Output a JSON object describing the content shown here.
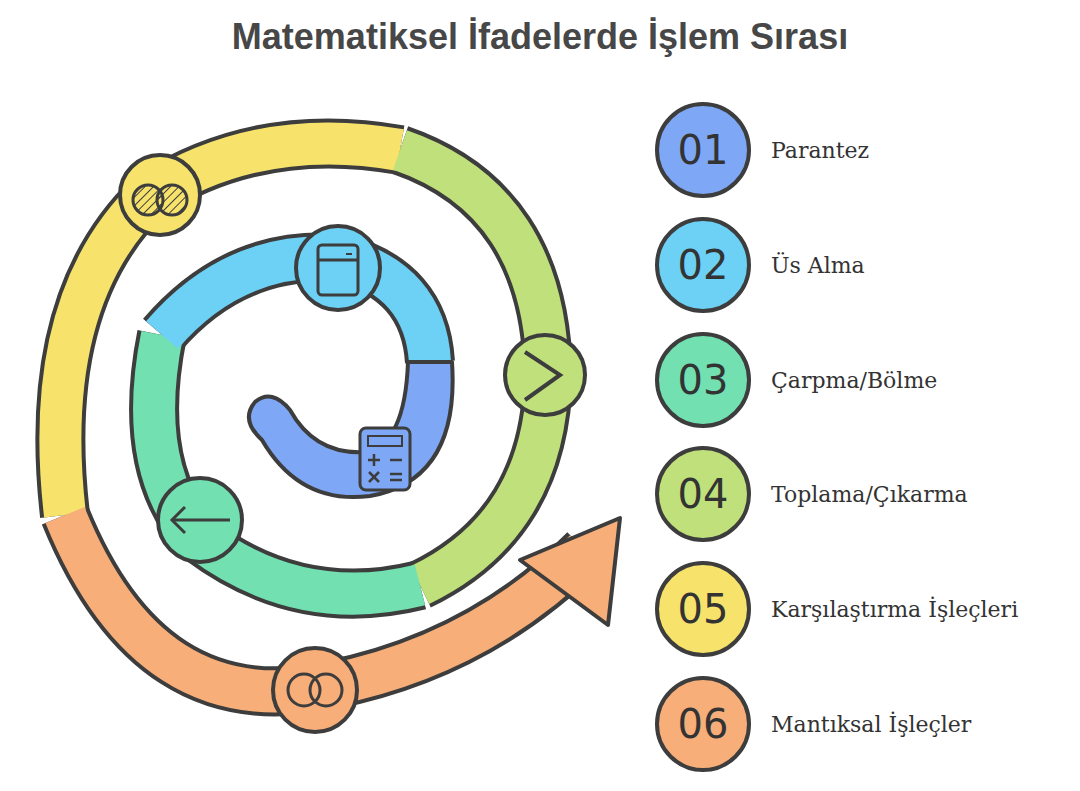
{
  "diagram": {
    "title": "Matematiksel İfadelerde İşlem Sırası",
    "nodes": [
      {
        "text": [
          "01",
          "Parantez"
        ]
      },
      {
        "text": [
          "02",
          "Üs Alma"
        ]
      },
      {
        "text": [
          "03",
          "Çarpma/Bölme"
        ]
      },
      {
        "text": [
          "04",
          "Toplama/Çıkarma"
        ]
      },
      {
        "text": [
          "05",
          "Karşılaştırma İşleçleri"
        ]
      },
      {
        "text": [
          "06",
          "Mantıksal İşleçler"
        ]
      }
    ]
  }
}
